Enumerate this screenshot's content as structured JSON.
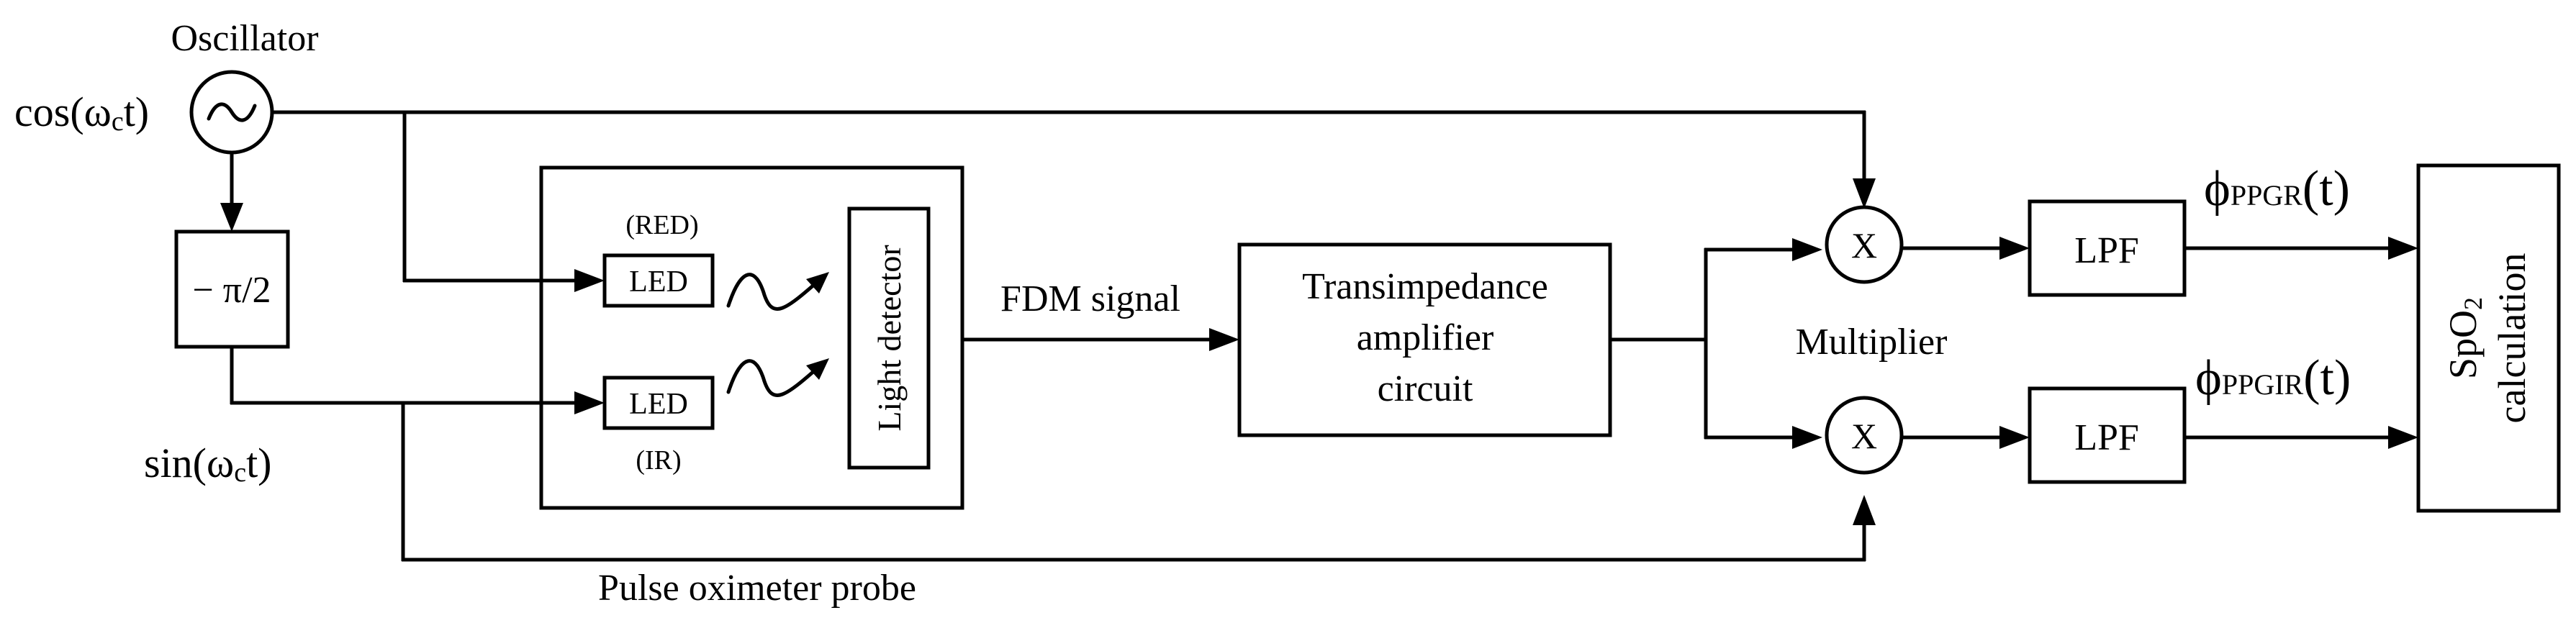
{
  "oscillator": {
    "title": "Oscillator",
    "cos_prefix": "cos(ω",
    "cos_sub": "c",
    "cos_suffix": "t)",
    "sin_prefix": "sin(ω",
    "sin_sub": "c",
    "sin_suffix": "t)",
    "symbol": "~"
  },
  "phase_shifter": {
    "label": "− π/2"
  },
  "probe": {
    "caption": "Pulse oximeter probe",
    "led_red_tag": "(RED)",
    "led_red_label": "LED",
    "led_ir_tag": "(IR)",
    "led_ir_label": "LED",
    "detector_label": "Light detector"
  },
  "fdm_label": "FDM signal",
  "tia": {
    "line1": "Transimpedance",
    "line2": "amplifier",
    "line3": "circuit"
  },
  "multiplier": {
    "label": "Multiplier",
    "top_symbol": "X",
    "bottom_symbol": "X"
  },
  "lpf": {
    "top_label": "LPF",
    "bottom_label": "LPF"
  },
  "outputs": {
    "phi": "ϕ",
    "top_sub": "PPGR",
    "bottom_sub": "PPGIR",
    "arg": "(t)"
  },
  "spo2": {
    "line1_prefix": "SpO",
    "line1_sub": "2",
    "line2": "calculation"
  }
}
